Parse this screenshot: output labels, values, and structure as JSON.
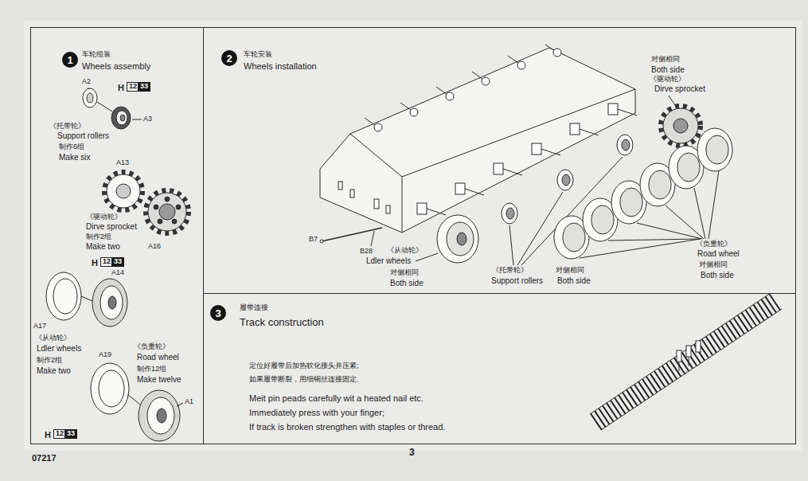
{
  "diagram": {
    "nodes": [
      {
        "text": [
          "车轮组装",
          "Wheels assembly"
        ]
      },
      {
        "text": [
          "1"
        ],
        "in": 0
      },
      {
        "text": [
          "车轮安装",
          "Wheels installation"
        ]
      },
      {
        "text": [
          "2"
        ],
        "in": 2
      },
      {
        "text": [
          "履带连接",
          "Track construction"
        ]
      },
      {
        "text": [
          "3"
        ],
        "in": 4
      }
    ],
    "labels": [
      "A2",
      "H",
      "12",
      "33",
      "A3",
      "《托带轮》",
      "Support rollers",
      "制作6组",
      "Make six",
      "A13",
      "《驱动轮》",
      "Dirve sprocket",
      "制作2组",
      "Make two",
      "A16",
      "H",
      "12",
      "33",
      "A14",
      "A17",
      "《从动轮》",
      "Ldler wheels",
      "制作2组",
      "Make two",
      "《负重轮》",
      "Road wheel",
      "制作12组",
      "Make twelve",
      "A19",
      "A1",
      "H",
      "12",
      "33",
      "对侧相同",
      "Both side",
      "《驱动轮》",
      "Dirve sprocket",
      "B7",
      "B28",
      "《从动轮》",
      "Ldler wheels",
      "对侧相同",
      "Both side",
      "《托带轮》",
      "Support rollers",
      "对侧相同",
      "Both side",
      "《负重轮》",
      "Road wheel",
      "对侧相同",
      "Both side",
      "定位好履带后加热软化接头并压紧;",
      "如果履带断裂，用细铜丝连接固定.",
      "Meit pin peads carefully wit a heated nail etc.",
      "Immediately press with your finger;",
      "If track is broken strengthen with staples or thread.",
      "07217",
      "3"
    ]
  }
}
